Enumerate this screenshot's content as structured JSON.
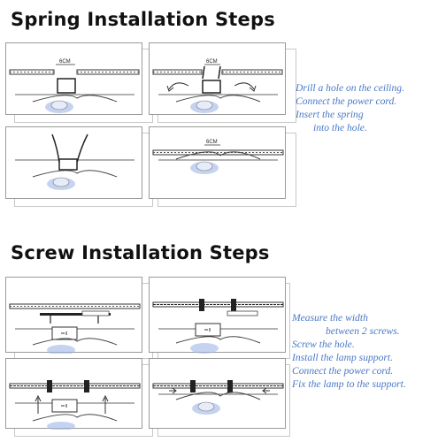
{
  "spring": {
    "title": "Spring Installation Steps",
    "hole_label": "6CM",
    "caption": [
      "Drill a hole on the ceiling.",
      "Connect the power cord.",
      "Insert the spring",
      "into the hole."
    ]
  },
  "screw": {
    "title": "Screw Installation Steps",
    "caption": [
      "Measure the width",
      "between 2 screws.",
      "Screw the hole.",
      "Install the lamp support.",
      "Connect the power cord.",
      "Fix the lamp to the support."
    ]
  },
  "colors": {
    "caption": "#4a78c8",
    "arrow": "#3a3a3a",
    "light_glow": "#9fb6e6"
  }
}
